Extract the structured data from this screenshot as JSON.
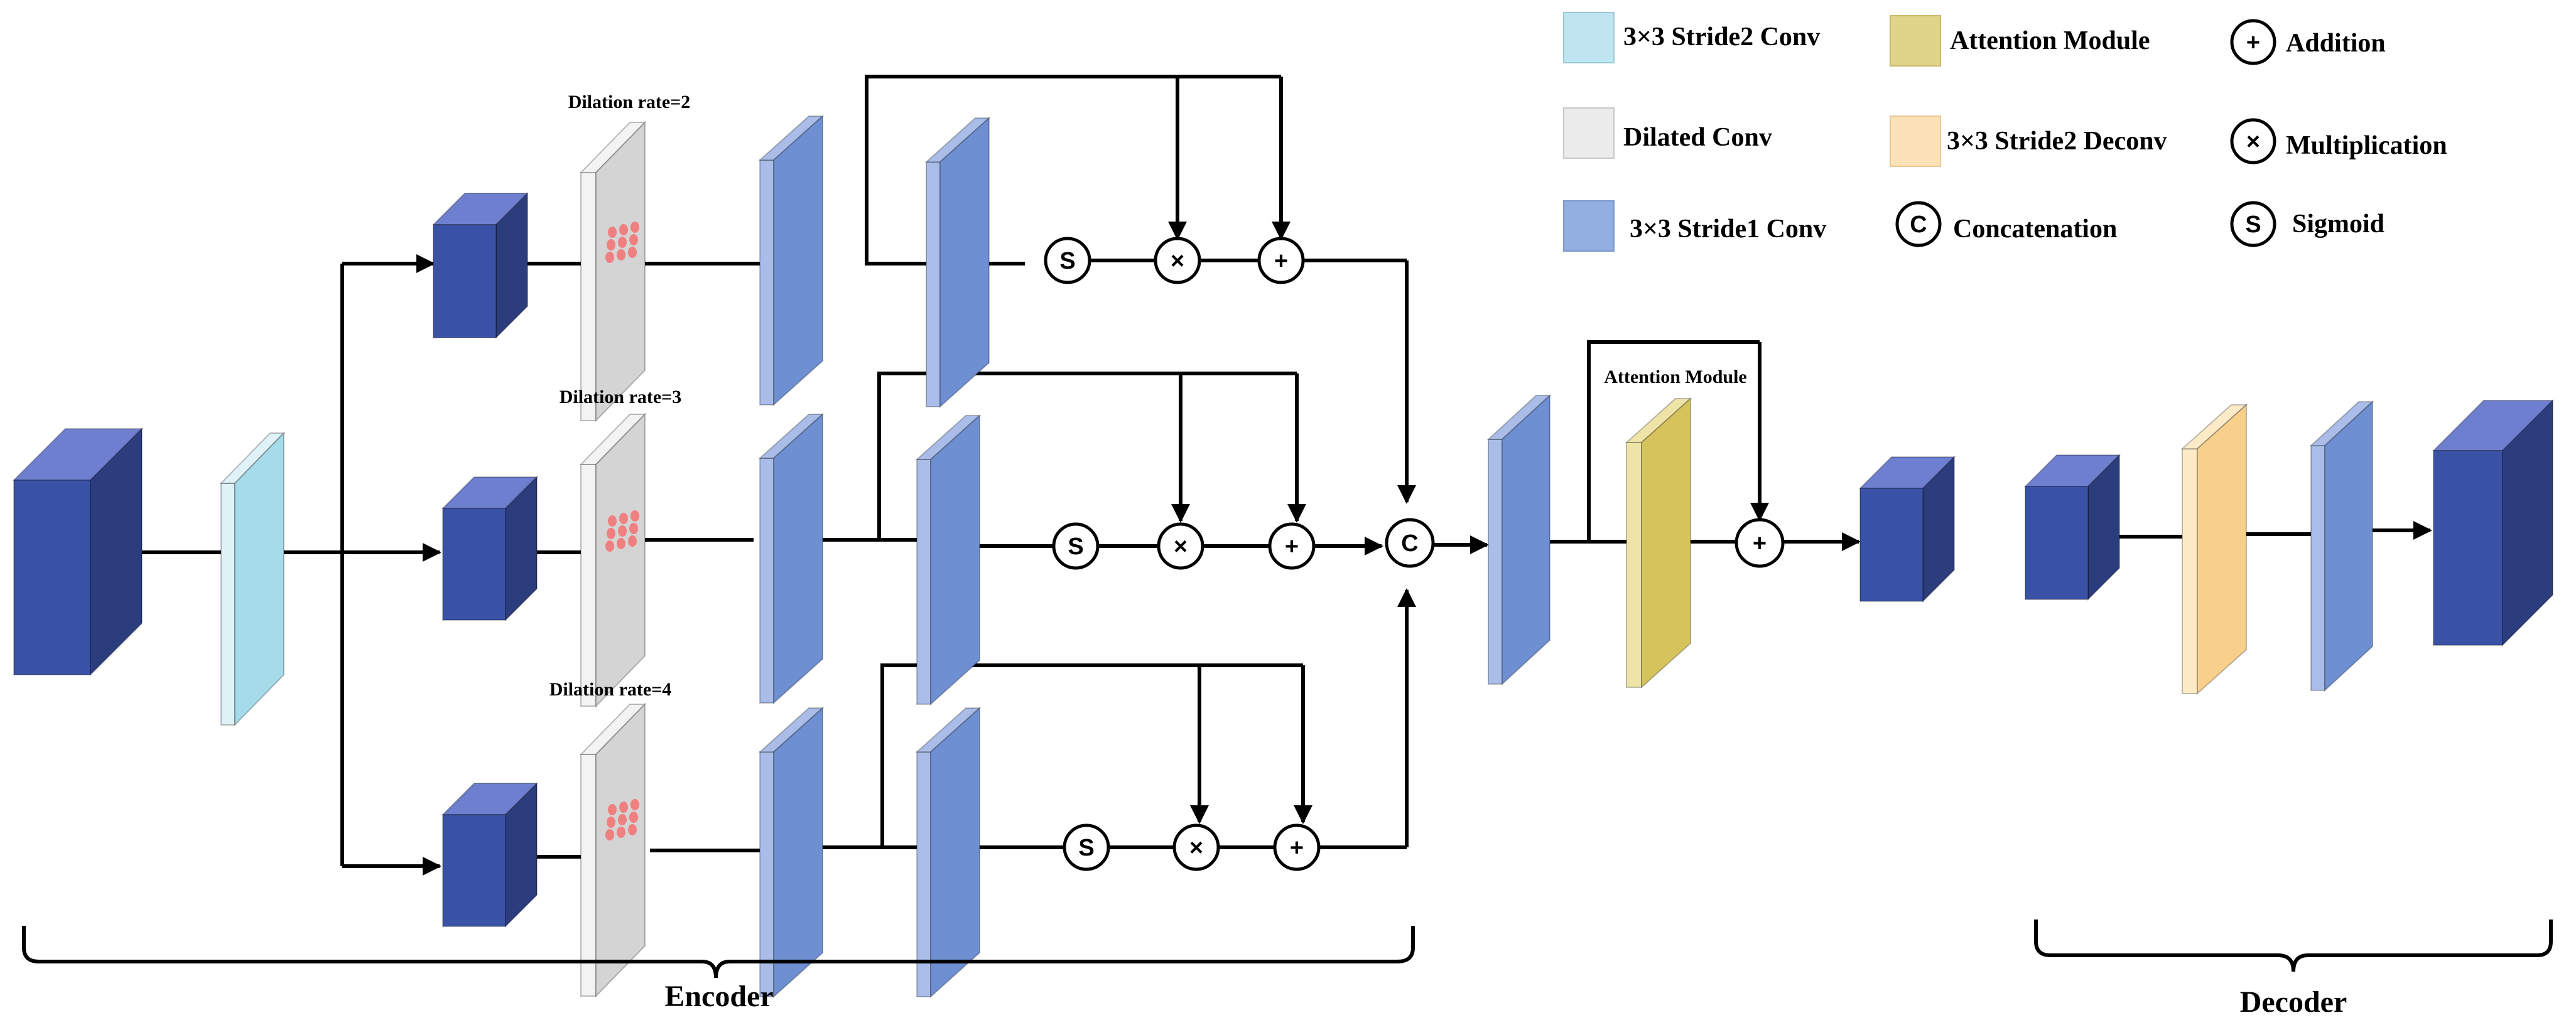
{
  "legend": [
    {
      "kind": "swatch",
      "color": "#bfe6f0",
      "label": "3×3 Stride2 Conv"
    },
    {
      "kind": "swatch",
      "color": "#ececec",
      "label": "Dilated Conv"
    },
    {
      "kind": "swatch",
      "color": "#93aee0",
      "label": "3×3 Stride1 Conv"
    },
    {
      "kind": "swatch",
      "color": "#e0d38a",
      "label": "Attention Module"
    },
    {
      "kind": "swatch",
      "color": "#fde2b8",
      "label": "3×3 Stride2 Deconv"
    },
    {
      "kind": "op",
      "symbol": "C",
      "label": "Concatenation"
    },
    {
      "kind": "op",
      "symbol": "+",
      "label": "Addition"
    },
    {
      "kind": "op",
      "symbol": "×",
      "label": "Multiplication"
    },
    {
      "kind": "op",
      "symbol": "S",
      "label": "Sigmoid"
    }
  ],
  "dilation_labels": [
    "Dilation rate=2",
    "Dilation rate=3",
    "Dilation rate=4"
  ],
  "attention_label": "Attention Module",
  "ops": {
    "sigmoid": "S",
    "multiply": "×",
    "add": "+",
    "concat": "C"
  },
  "sections": {
    "encoder": "Encoder",
    "decoder": "Decoder"
  },
  "colors": {
    "block_front": "#3a52a6",
    "block_top": "#6e7fcf",
    "block_side": "#2c3d7e",
    "conv_s1_front": "#6e8fd2",
    "conv_s1_side": "#a9bde8",
    "conv_s2_front": "#a6dcea",
    "conv_s2_side": "#dff2f8",
    "dilated_front": "#d4d4d4",
    "dilated_side": "#f3f3f3",
    "dilated_dots": "#f08080",
    "attention_front": "#d6c35c",
    "attention_side": "#efe4a8",
    "deconv_front": "#f8d08c",
    "deconv_side": "#fdebc8"
  }
}
